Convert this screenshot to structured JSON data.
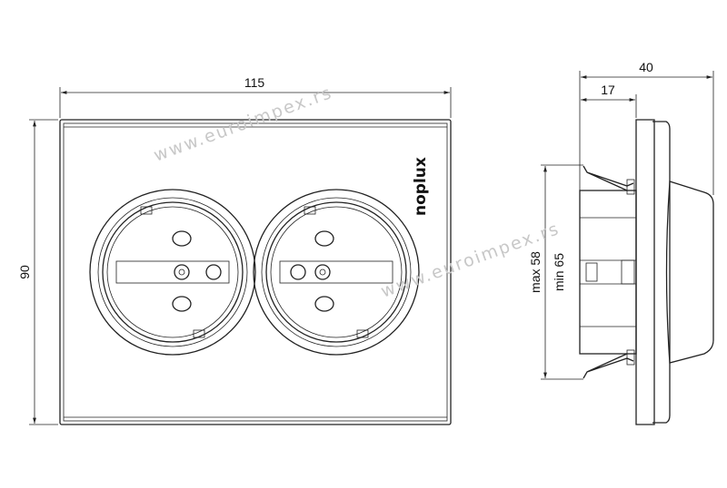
{
  "dimensions": {
    "width": "115",
    "height": "90",
    "depth_total": "40",
    "depth_plate": "17",
    "box_max": "max 58",
    "box_min": "min 65"
  },
  "logo": "noplux",
  "watermark": "www.euroimpex.rs",
  "colors": {
    "line": "#222222",
    "watermark": "#c8c8c8"
  }
}
